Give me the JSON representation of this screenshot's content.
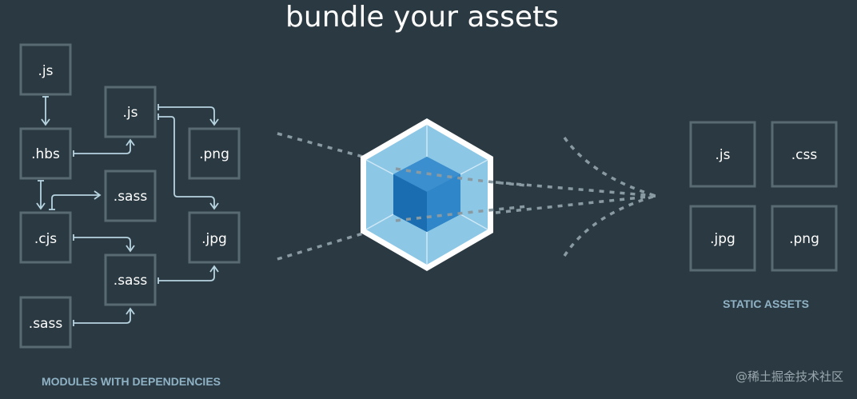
{
  "title": "bundle your assets",
  "modules": {
    "caption": "MODULES WITH DEPENDENCIES",
    "items": [
      ".js",
      ".hbs",
      ".cjs",
      ".sass",
      ".js",
      ".sass",
      ".sass",
      ".png",
      ".jpg"
    ]
  },
  "assets": {
    "caption": "STATIC ASSETS",
    "items": [
      ".js",
      ".css",
      ".jpg",
      ".png"
    ]
  },
  "colors": {
    "background": "#2b3a42",
    "box_border": "#5a6a72",
    "arrow": "#b7d4e0",
    "cube_outer": "#8ed6fb",
    "cube_inner": "#1c78c0"
  },
  "watermark": "@稀土掘金技术社区"
}
